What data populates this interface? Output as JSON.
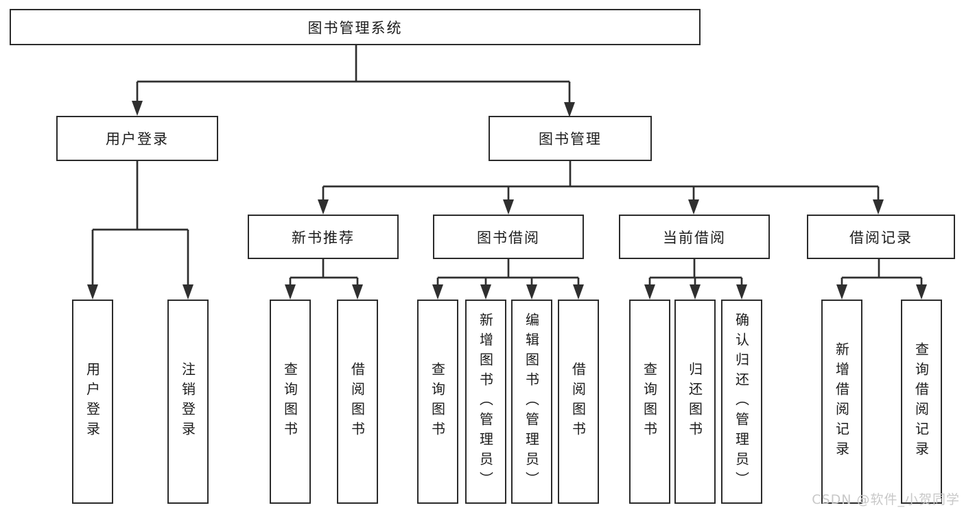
{
  "diagram": {
    "root": {
      "label": "图书管理系统"
    },
    "login": {
      "label": "用户登录",
      "children": [
        {
          "label": "用户登录"
        },
        {
          "label": "注销登录"
        }
      ]
    },
    "management": {
      "label": "图书管理",
      "sections": [
        {
          "label": "新书推荐",
          "children": [
            {
              "label": "查询图书"
            },
            {
              "label": "借阅图书"
            }
          ]
        },
        {
          "label": "图书借阅",
          "children": [
            {
              "label": "查询图书"
            },
            {
              "label": "新增图书（管理员）"
            },
            {
              "label": "编辑图书（管理员）"
            },
            {
              "label": "借阅图书"
            }
          ]
        },
        {
          "label": "当前借阅",
          "children": [
            {
              "label": "查询图书"
            },
            {
              "label": "归还图书"
            },
            {
              "label": "确认归还（管理员）"
            }
          ]
        },
        {
          "label": "借阅记录",
          "children": [
            {
              "label": "新增借阅记录"
            },
            {
              "label": "查询借阅记录"
            }
          ]
        }
      ]
    }
  },
  "watermark": {
    "text": "CSDN @软件_小贺同学"
  },
  "colors": {
    "line": "#2f2f2f",
    "border": "#2b2b2b",
    "fill": "#ffffff",
    "text": "#1c1c1c",
    "background": "#ffffff",
    "watermark": "#c8c8c8"
  }
}
